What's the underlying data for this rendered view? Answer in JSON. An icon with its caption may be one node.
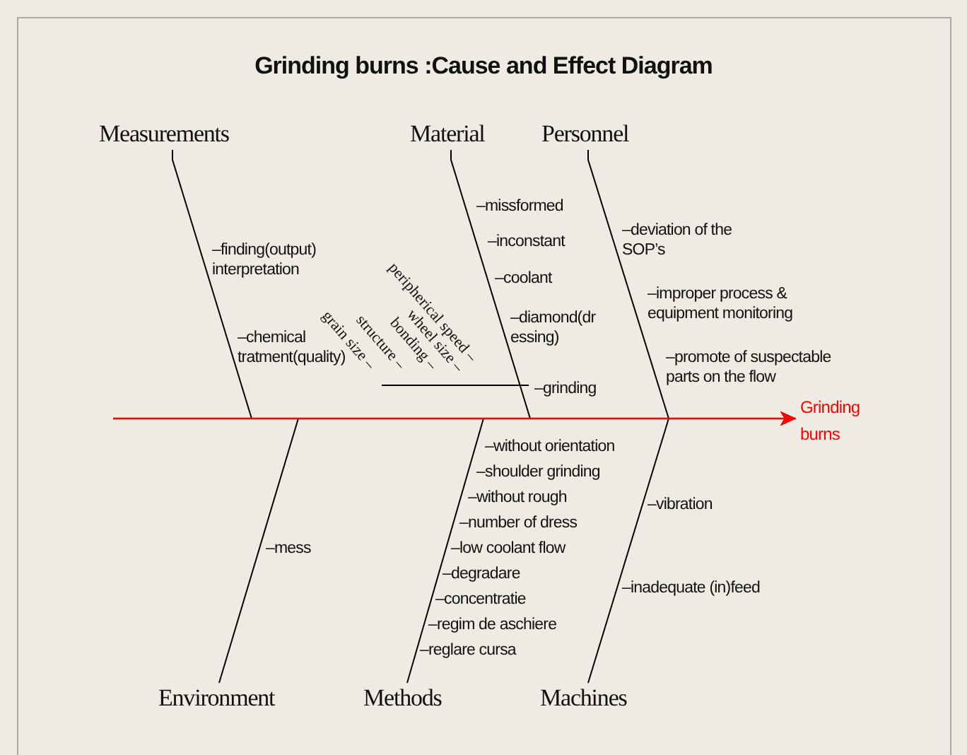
{
  "diagram": {
    "title": "Grinding burns :Cause and Effect Diagram",
    "nodes": [
      {
        "text": [
          "Measurements"
        ]
      },
      {
        "text": [
          "Material"
        ]
      },
      {
        "text": [
          "Personnel"
        ]
      },
      {
        "text": [
          "Grinding burns"
        ]
      },
      {
        "text": [
          "Environment"
        ]
      },
      {
        "text": [
          "Methods"
        ]
      },
      {
        "text": [
          "Machines"
        ]
      }
    ],
    "edges": [
      {
        "from": null,
        "to": 3,
        "arrow": "to",
        "color": "#ff0000"
      },
      {
        "from": 0,
        "to": 3,
        "arrow": "to"
      },
      {
        "from": 1,
        "to": 3,
        "arrow": "to"
      },
      {
        "from": 2,
        "to": 3,
        "arrow": "to"
      },
      {
        "from": 4,
        "to": 3,
        "arrow": "to"
      },
      {
        "from": 5,
        "to": 3,
        "arrow": "to"
      },
      {
        "from": 6,
        "to": 3,
        "arrow": "to"
      }
    ],
    "labels": [
      "–missformed",
      "–deviation of the SOP’s",
      "–inconstant",
      "–finding(output) interpretation",
      "–coolant",
      "–improper process & equipment monitoring",
      "peripherical speed –",
      "–diamond(dr essing)",
      "wheel size –",
      "bonding –",
      "structure –",
      "grain size –",
      "–chemical tratment(quality)",
      "–promote of suspectable parts on the flow",
      "–grinding",
      "–without orientation",
      "–shoulder grinding",
      "–without rough",
      "–number of dress",
      "–vibration",
      "–mess",
      "–low coolant flow",
      "–degradare",
      "–concentratie",
      "–inadequate (in)feed",
      "–regim de aschiere",
      "–reglare cursa"
    ]
  }
}
